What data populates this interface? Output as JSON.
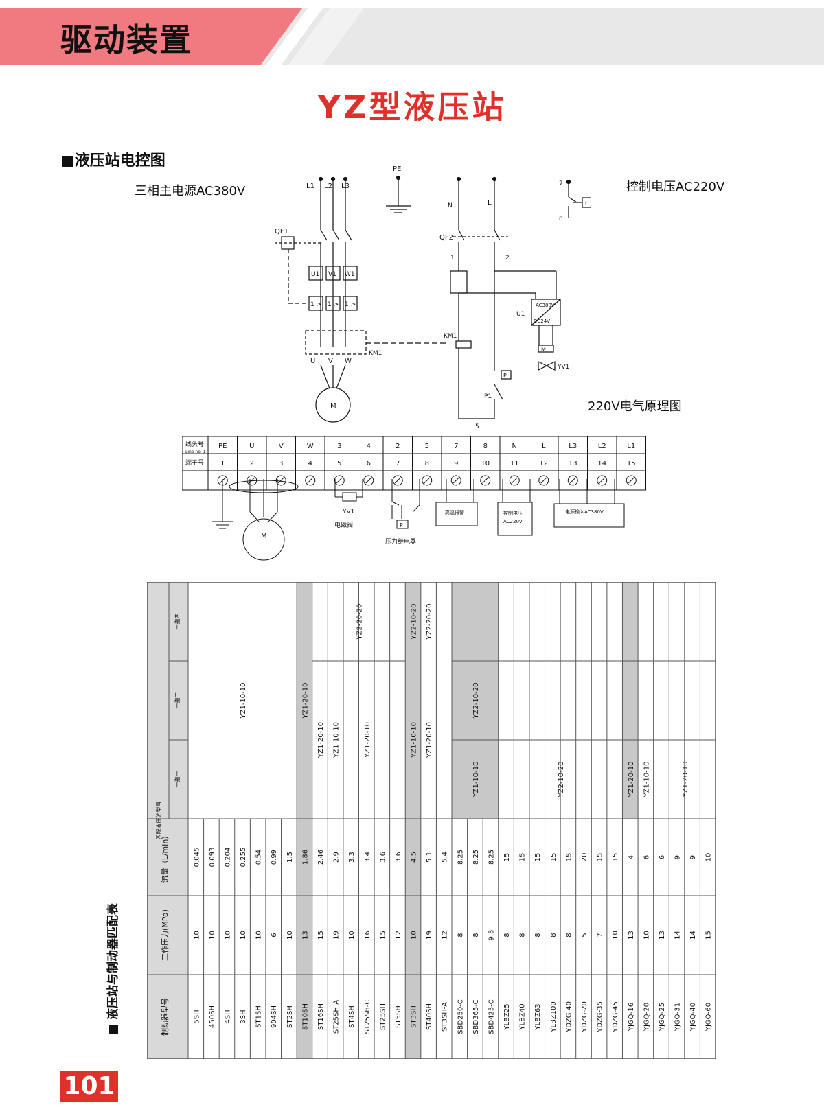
{
  "header": {
    "title": "驱动装置"
  },
  "page_title": "YZ型液压站",
  "section1_title": "■液压站电控图",
  "diagram": {
    "caption_left": "三相主电源AC380V",
    "caption_right": "控制电压AC220V",
    "caption_bottom": "220V电气原理图",
    "labels": {
      "L1": "L1",
      "L2": "L2",
      "L3": "L3",
      "PE": "PE",
      "QF1": "QF1",
      "QF2": "QF2",
      "N": "N",
      "L": "L",
      "U1": "U1",
      "V1": "V1",
      "W1": "W1",
      "KM1": "KM1",
      "U": "U",
      "V": "V",
      "W": "W",
      "M": "M",
      "n1": "1",
      "n2": "2",
      "n5": "5",
      "n7": "7",
      "n8": "8",
      "t": "t",
      "U1b": "U1",
      "AC380V": "AC380V",
      "DC24V": "DC24V",
      "YV1": "YV1",
      "P": "P",
      "P1": "P1",
      "arrow": "1 >"
    }
  },
  "terminals": {
    "row1_header": "线头号",
    "row1_header_sub": "Line no. 1",
    "row2_header": "端子号",
    "line_nos": [
      "PE",
      "U",
      "V",
      "W",
      "3",
      "4",
      "2",
      "5",
      "7",
      "8",
      "N",
      "L",
      "L3",
      "L2",
      "L1"
    ],
    "terminal_nos": [
      "1",
      "2",
      "3",
      "4",
      "5",
      "6",
      "7",
      "8",
      "9",
      "10",
      "11",
      "12",
      "13",
      "14",
      "15"
    ],
    "devices": {
      "yv1": "YV1",
      "yv1_name": "电磁阀",
      "p": "P",
      "p_name": "压力继电器",
      "alarm": "高温报警",
      "ctrl": "控制电压",
      "ctrl_sub": "AC220V",
      "power": "电源输入AC380V",
      "motor": "M"
    }
  },
  "table": {
    "headers": {
      "group": "匹配液压站型号",
      "one_drag_four": "一拖四",
      "one_drag_two": "一拖二",
      "one_drag_one": "一拖一",
      "flow": "流量（L/min）",
      "pressure": "工作压力(MPa)",
      "brake": "制动器型号"
    },
    "brake_models": [
      "5SH",
      "450SH",
      "4SH",
      "3SH",
      "ST1SH",
      "904SH",
      "ST2SH",
      "ST10SH",
      "ST16SH",
      "ST25SH-A",
      "ST4SH",
      "ST25SH-C",
      "ST25SH",
      "ST5SH",
      "ST3SH",
      "ST40SH",
      "ST3SH-A",
      "SBD250-C",
      "SBD365-C",
      "SBD425-C",
      "YLBZ25",
      "YLBZ40",
      "YLBZ63",
      "YLBZ100",
      "YDZG-40",
      "YDZG-20",
      "YDZG-35",
      "YDZG-45",
      "YJGQ-16",
      "YJGQ-20",
      "YJGQ-25",
      "YJGQ-31",
      "YJGQ-40",
      "YJGQ-60"
    ],
    "pressures": [
      "10",
      "10",
      "10",
      "10",
      "10",
      "6",
      "10",
      "13",
      "15",
      "19",
      "10",
      "16",
      "15",
      "12",
      "10",
      "19",
      "12",
      "8",
      "8",
      "9.5",
      "8",
      "8",
      "8",
      "8",
      "8",
      "5",
      "7",
      "10",
      "13",
      "10",
      "13",
      "14",
      "14",
      "15"
    ],
    "flows": [
      "0.045",
      "0.093",
      "0.204",
      "0.255",
      "0.54",
      "0.99",
      "1.5",
      "1.86",
      "2.46",
      "2.9",
      "3.3",
      "3.4",
      "3.6",
      "3.6",
      "4.5",
      "5.1",
      "5.4",
      "8.25",
      "8.25",
      "8.25",
      "15",
      "15",
      "15",
      "15",
      "15",
      "20",
      "15",
      "15",
      "4",
      "6",
      "6",
      "9",
      "9",
      "10"
    ],
    "models": {
      "m_a": "YZ1-10-10",
      "m_b": "YZ1-20-10",
      "m_c": "YZ1-20-10",
      "m_d": "YZ1-10-10",
      "m_e": "YZ1-20-10",
      "m_f": "YZ2-20-20",
      "m_g": "YZ1-10-10",
      "m_h": "YZ2-10-20",
      "m_i": "YZ1-20-10",
      "m_j": "YZ2-20-20",
      "m_k": "YZ2-10-20",
      "m_l": "YZ1-10-10",
      "m_m": "YZ2-10-20",
      "m_n": "YZ1-20-10",
      "m_o": "YZ1-10-10",
      "m_p": "YZ1-20-10"
    }
  },
  "section2_title": "■ 液压站与制动器匹配表",
  "page_number": "101",
  "colors": {
    "accent": "#e0302a",
    "header_pink": "#f07a80",
    "header_gray": "#e6e6e6",
    "shade": "#c8c8c8"
  }
}
